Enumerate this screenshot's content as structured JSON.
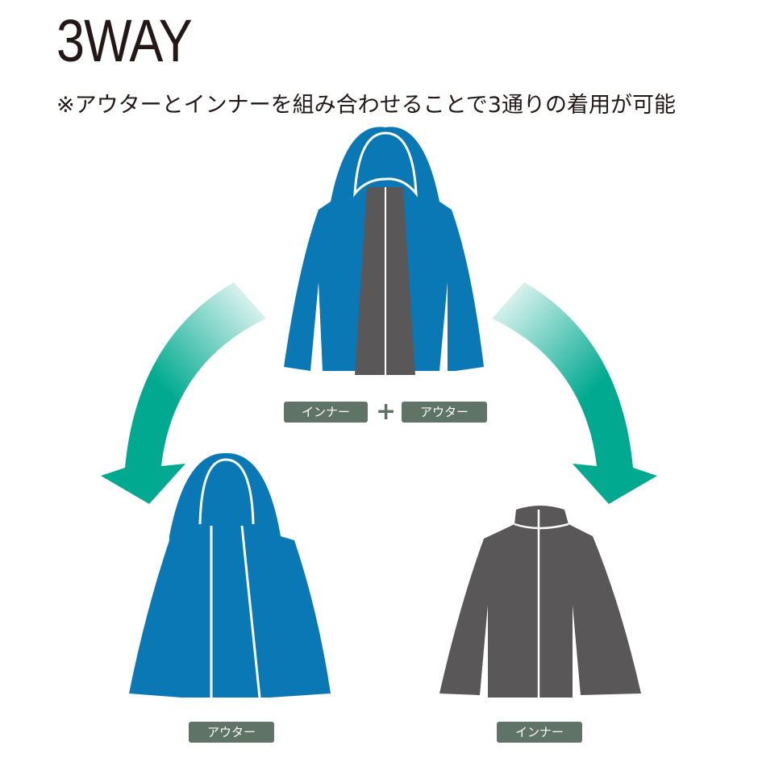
{
  "title": "3WAY",
  "subtitle": "※アウターとインナーを組み合わせることで3通りの着用が可能",
  "labels": {
    "combo_inner": "インナー",
    "plus": "+",
    "combo_outer": "アウター",
    "outer": "アウター",
    "inner": "インナー"
  },
  "colors": {
    "outer": "#0a78b5",
    "inner": "#595757",
    "arrow": "#00a98f",
    "tag": "#5f7466"
  }
}
